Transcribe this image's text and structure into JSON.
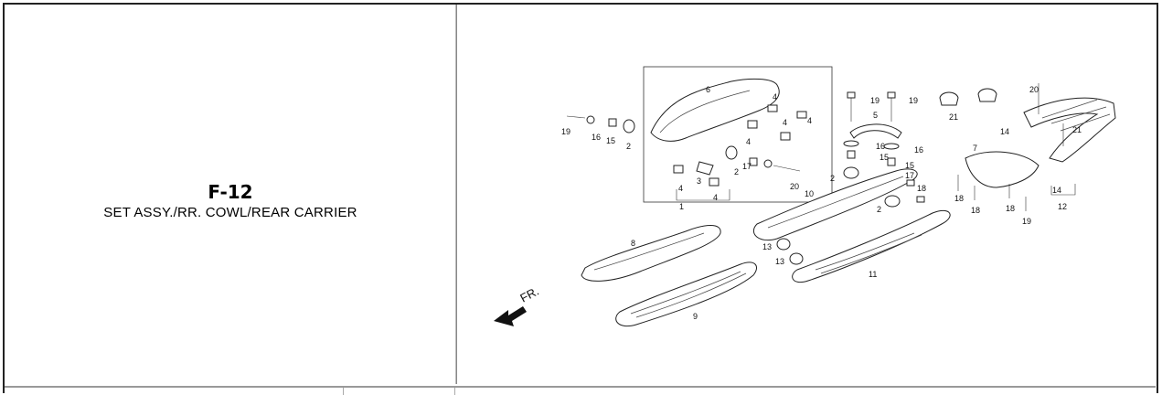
{
  "section": {
    "code": "F-12",
    "name": "SET ASSY./RR. COWL/REAR CARRIER"
  },
  "diagram": {
    "direction_label": "FR.",
    "callouts": [
      "1",
      "2",
      "2",
      "2",
      "2",
      "3",
      "4",
      "4",
      "4",
      "4",
      "4",
      "4",
      "5",
      "6",
      "7",
      "8",
      "9",
      "10",
      "11",
      "12",
      "13",
      "13",
      "14",
      "14",
      "15",
      "15",
      "15",
      "16",
      "16",
      "16",
      "17",
      "17",
      "18",
      "18",
      "18",
      "18",
      "19",
      "19",
      "19",
      "19",
      "20",
      "20",
      "21",
      "21"
    ]
  }
}
